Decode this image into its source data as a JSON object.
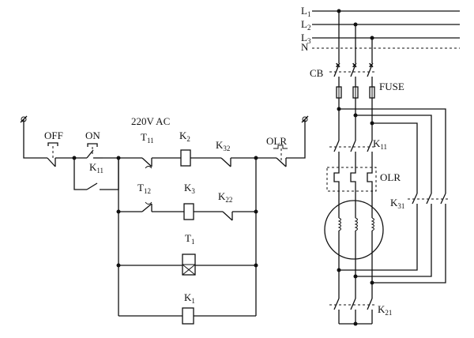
{
  "power": {
    "l1": "L",
    "l1_sub": "1",
    "l2": "L",
    "l2_sub": "2",
    "l3": "L",
    "l3_sub": "3",
    "n": "N"
  },
  "labels": {
    "cb": "CB",
    "fuse": "FUSE",
    "olr_main": "OLR",
    "k11_main": "K",
    "k11_main_sub": "11",
    "k31": "K",
    "k31_sub": "31",
    "k21": "K",
    "k21_sub": "21"
  },
  "control": {
    "supply": "220V AC",
    "off": "OFF",
    "on": "ON",
    "k11": "K",
    "k11_sub": "11",
    "t11": "T",
    "t11_sub": "11",
    "t12": "T",
    "t12_sub": "12",
    "k2": "K",
    "k2_sub": "2",
    "k3": "K",
    "k3_sub": "3",
    "k32": "K",
    "k32_sub": "32",
    "k22": "K",
    "k22_sub": "22",
    "olr": "OLR",
    "t1": "T",
    "t1_sub": "1",
    "k1": "K",
    "k1_sub": "1"
  }
}
